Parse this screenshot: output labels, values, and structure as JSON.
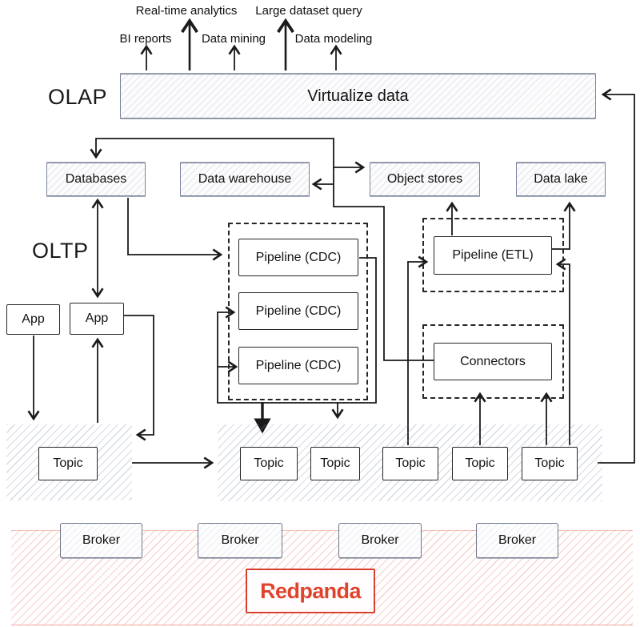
{
  "diagram": {
    "title_hint": "Data streaming architecture",
    "sections": {
      "olap": "OLAP",
      "oltp": "OLTP"
    },
    "top_labels": [
      "BI reports",
      "Real-time analytics",
      "Data mining",
      "Large dataset query",
      "Data modeling"
    ],
    "nodes": {
      "virtualize": "Virtualize data",
      "databases": "Databases",
      "data_warehouse": "Data warehouse",
      "object_stores": "Object stores",
      "data_lake": "Data lake",
      "cdc_pipelines": [
        "Pipeline (CDC)",
        "Pipeline (CDC)",
        "Pipeline (CDC)"
      ],
      "pipeline_etl": "Pipeline (ETL)",
      "connectors": "Connectors",
      "apps": [
        "App",
        "App"
      ],
      "topic_left": "Topic",
      "topics": [
        "Topic",
        "Topic",
        "Topic",
        "Topic",
        "Topic"
      ],
      "brokers": [
        "Broker",
        "Broker",
        "Broker",
        "Broker"
      ],
      "redpanda": "Redpanda"
    },
    "colors": {
      "line": "#1a1a1a",
      "store_border": "#79839a",
      "hatch_blue": "#7d8ca8",
      "hatch_pink": "#e45642",
      "redpanda_red": "#e0432c"
    }
  }
}
